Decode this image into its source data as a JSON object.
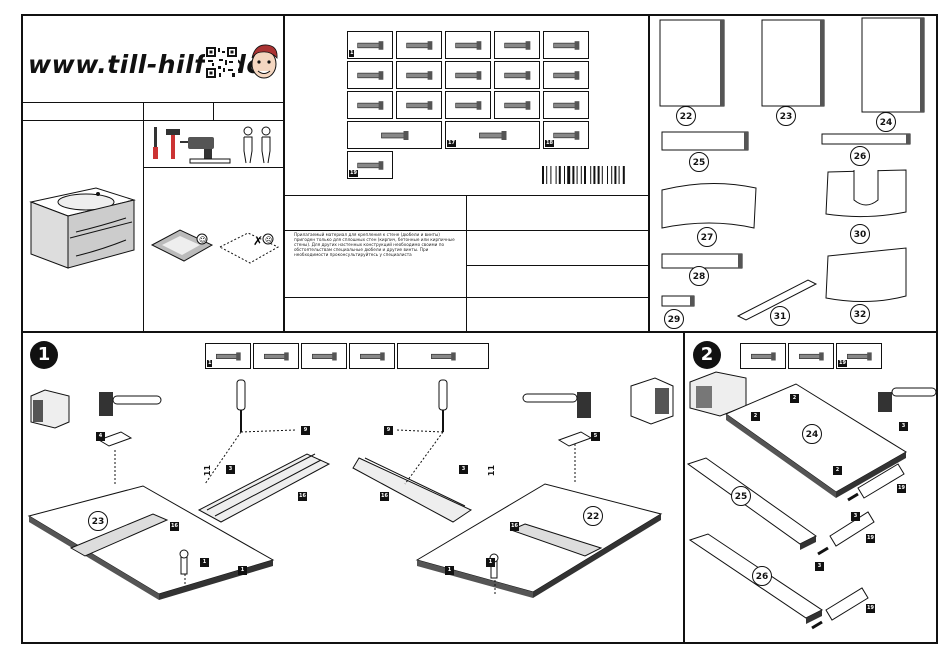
{
  "header": {
    "website": "www.till-hilft.de"
  },
  "legal_note": "Прилагаемый материал для крепления к стене (дюбели и винты) пригоден только для сплошных стен (кирпич, бетонные или кирпичные стены). Для других настенных конструкций необходимо своими по обстоятельствам специальные дюбели и другие винты. При необходимости проконсультируйтесь у специалиста",
  "hardware_parts": [
    {
      "id": "1",
      "icon": "dowel-screw-icon"
    },
    {
      "id": "",
      "icon": "wall-bracket-icon"
    },
    {
      "id": "",
      "icon": "wall-plug-icon"
    },
    {
      "id": "",
      "icon": "connector-icon"
    },
    {
      "id": "",
      "icon": "bracket-icon"
    },
    {
      "id": "",
      "icon": "screw-icon"
    },
    {
      "id": "",
      "icon": "hinge-icon"
    },
    {
      "id": "",
      "icon": "small-screw-icon"
    },
    {
      "id": "",
      "icon": "nut-icon"
    },
    {
      "id": "",
      "icon": "cam-lock-icon"
    },
    {
      "id": "",
      "icon": "lever-icon"
    },
    {
      "id": "",
      "icon": "pin-icon"
    },
    {
      "id": "",
      "icon": "bolt-icon"
    },
    {
      "id": "",
      "icon": "rod-icon"
    },
    {
      "id": "",
      "icon": "cap-icon"
    },
    {
      "id": "",
      "icon": "drawer-slide-icon"
    },
    {
      "id": "17",
      "icon": "rail-icon"
    },
    {
      "id": "18",
      "icon": "glue-icon"
    },
    {
      "id": "19",
      "icon": "long-screw-icon"
    }
  ],
  "panels": [
    {
      "num": "22"
    },
    {
      "num": "23"
    },
    {
      "num": "24"
    },
    {
      "num": "25"
    },
    {
      "num": "26"
    },
    {
      "num": "27"
    },
    {
      "num": "28"
    },
    {
      "num": "29"
    },
    {
      "num": "30"
    },
    {
      "num": "31"
    },
    {
      "num": "32"
    }
  ],
  "step1": {
    "number": "1",
    "parts": [
      "1",
      "",
      "",
      "",
      ""
    ],
    "labels": [
      "4",
      "9",
      "3",
      "11",
      "16",
      "16",
      "23",
      "1",
      "1",
      "9",
      "3",
      "11",
      "16",
      "16",
      "22",
      "1",
      "1",
      "5"
    ]
  },
  "step2": {
    "number": "2",
    "parts": [
      "",
      "",
      "19"
    ],
    "labels": [
      "24",
      "25",
      "26",
      "2",
      "2",
      "2",
      "3",
      "19",
      "19",
      "19",
      "3",
      "3"
    ]
  }
}
